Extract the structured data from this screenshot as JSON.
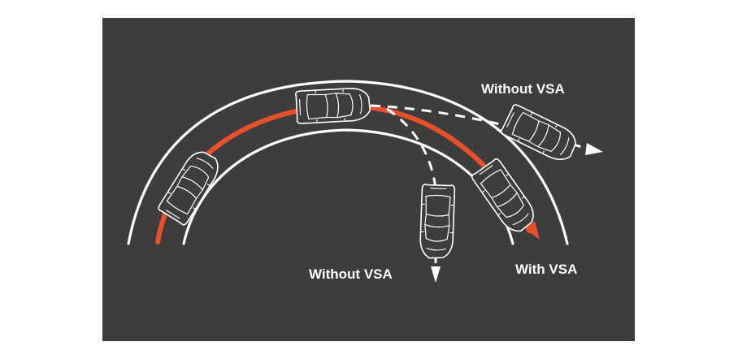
{
  "labels": {
    "without_vsa_top": "Without VSA",
    "without_vsa_bottom": "Without VSA",
    "with_vsa": "With VSA"
  },
  "colors": {
    "background": "#3d3d3d",
    "road": "#ffffff",
    "vsa_path": "#e8502a",
    "no_vsa_path": "#ffffff"
  },
  "icons": [
    "car-icon",
    "arrow-head-icon"
  ]
}
